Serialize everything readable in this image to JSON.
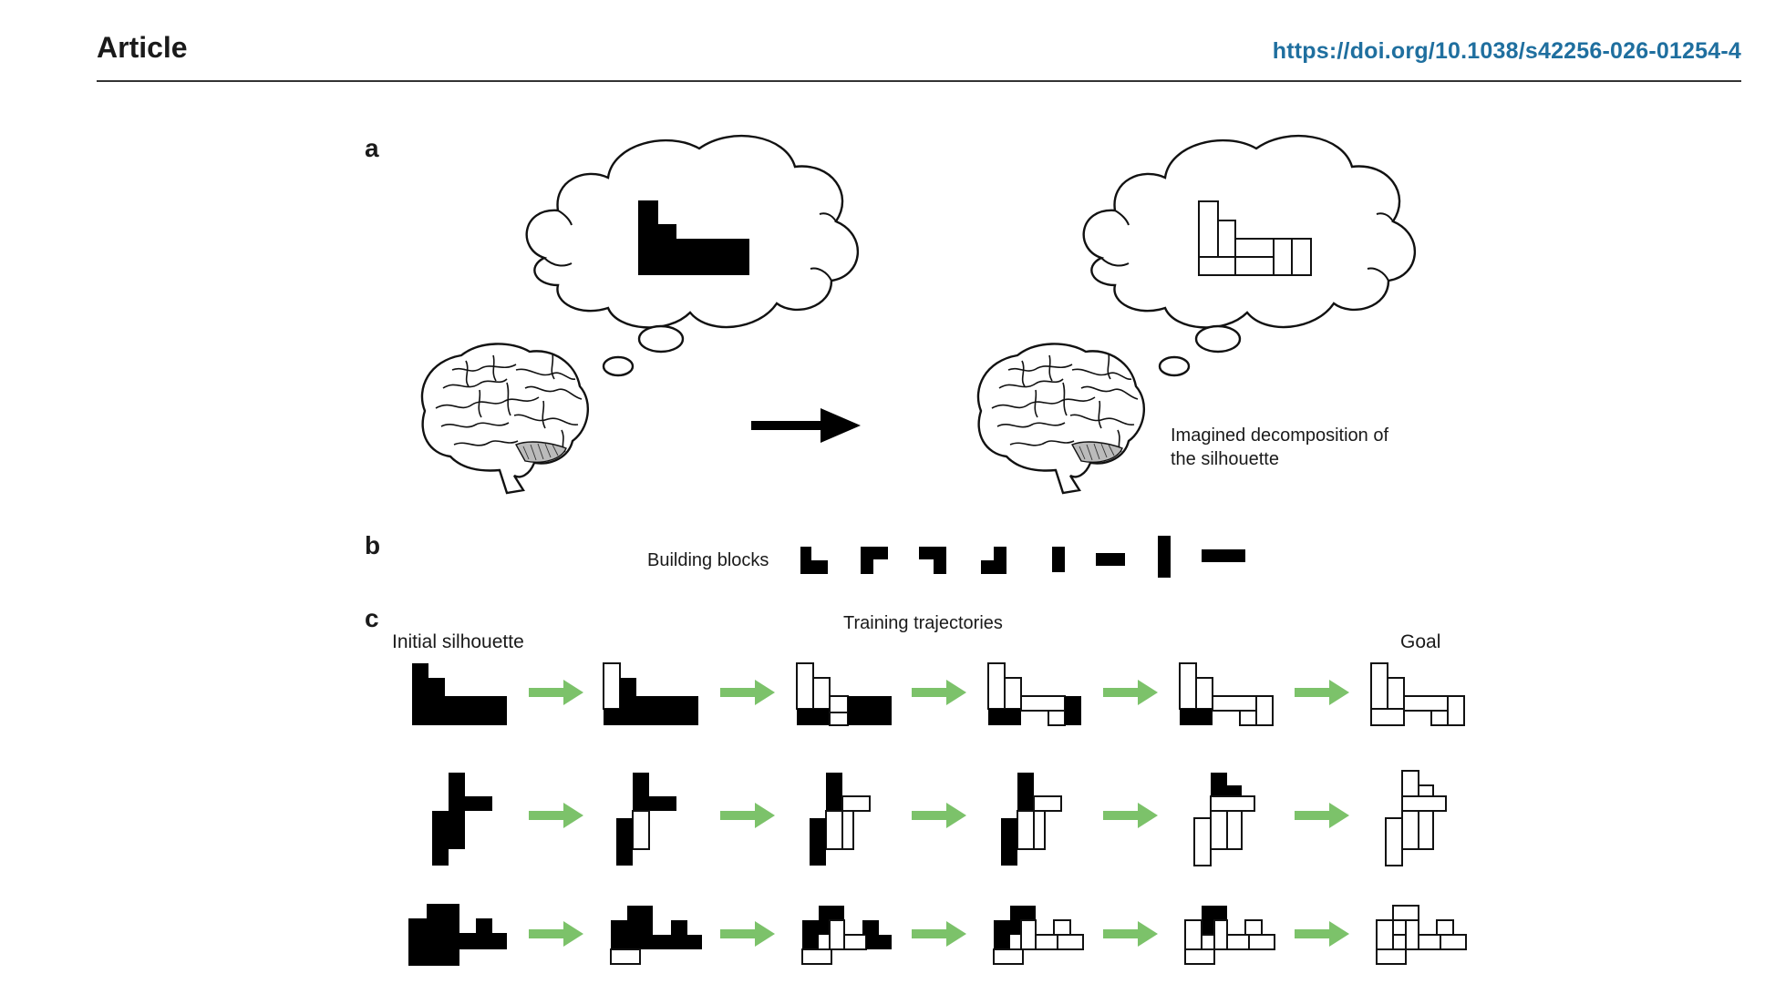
{
  "header": {
    "journal_section": "Article",
    "doi": "https://doi.org/10.1038/s42256-026-01254-4"
  },
  "figure": {
    "panels": {
      "a": "a",
      "b": "b",
      "c": "c"
    },
    "panel_a_caption_line1": "Imagined decomposition of",
    "panel_a_caption_line2": "the silhouette",
    "building_blocks_label": "Building blocks",
    "training_trajectories_label": "Training trajectories",
    "initial_silhouette_label": "Initial silhouette",
    "goal_label": "Goal",
    "icons": [
      "brain-icon",
      "thought-cloud-icon",
      "right-arrow-icon",
      "green-arrow-icon"
    ],
    "colors": {
      "block_fill": "#000000",
      "arrow_green": "#7cc26a",
      "link_blue": "#1f6f9f"
    }
  }
}
